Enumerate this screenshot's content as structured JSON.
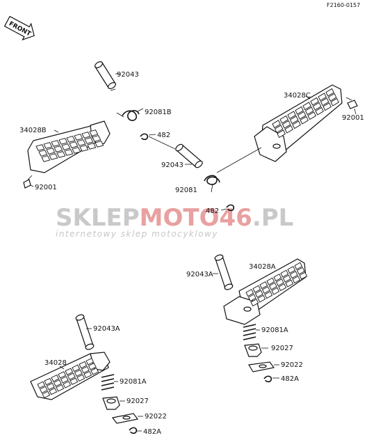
{
  "diagram": {
    "code": "F2160-0157",
    "front_label": "FRONT",
    "labels": {
      "top_left_pin": "92043",
      "top_left_spring": "92081B",
      "top_left_clip": "482",
      "top_left_peg": "34028B",
      "top_left_bolt": "92001",
      "top_right_peg": "34028C",
      "top_right_bolt": "92001",
      "mid_pin": "92043",
      "mid_spring": "92081",
      "mid_clip": "482",
      "br_pin": "92043A",
      "br_peg": "34028A",
      "br_spring": "92081A",
      "br_plate": "92027",
      "br_washer": "92022",
      "br_clip": "482A",
      "bl_pin": "92043A",
      "bl_peg": "34028",
      "bl_spring": "92081A",
      "bl_plate": "92027",
      "bl_washer": "92022",
      "bl_clip": "482A"
    }
  },
  "watermark": {
    "brand_part1": "SKLEP",
    "brand_part2": "MOTO",
    "brand_part3": "46",
    "brand_part4": ".PL",
    "tagline": "internetowy sklep motocyklowy",
    "color_gray": "#c9c9c9",
    "color_red": "#e8a0a0"
  }
}
